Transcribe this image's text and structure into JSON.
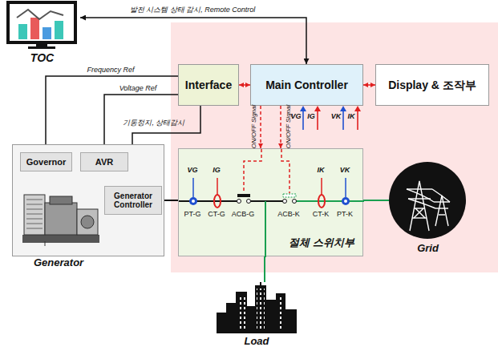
{
  "diagram": {
    "nodes": [
      {
        "text": [
          "TOC"
        ]
      },
      {
        "text": [
          "Interface"
        ]
      },
      {
        "text": [
          "Main Controller"
        ]
      },
      {
        "text": [
          "Display & 조작부"
        ]
      },
      {
        "text": [
          "Generator"
        ]
      },
      {
        "text": [
          "Governor"
        ],
        "in": 4
      },
      {
        "text": [
          "AVR"
        ],
        "in": 4
      },
      {
        "text": [
          "Generator Controller"
        ],
        "in": 4
      },
      {
        "text": [
          "절체 스위치부"
        ]
      },
      {
        "text": [
          "Grid"
        ]
      },
      {
        "text": [
          "Load"
        ]
      }
    ],
    "edges": [
      {
        "from": 0,
        "to": 2,
        "arrow": "both",
        "label": "발전 시스템 상태 감시, Remote Control"
      },
      {
        "from": 1,
        "to": 2,
        "arrow": "both"
      },
      {
        "from": 2,
        "to": 3,
        "arrow": "both"
      },
      {
        "from": 1,
        "to": 5,
        "arrow": "to",
        "label": "Frequency Ref"
      },
      {
        "from": 1,
        "to": 6,
        "arrow": "to",
        "label": "Voltage Ref"
      },
      {
        "from": 1,
        "to": 7,
        "arrow": "to",
        "label": "기동정지, 상태감시"
      },
      {
        "from": 2,
        "to": 8,
        "arrow": "to",
        "label": "ON/OFF Signal"
      },
      {
        "from": 2,
        "to": 8,
        "arrow": "to",
        "label": "ON/OFF Signal"
      },
      {
        "from": 7,
        "to": 8,
        "arrow": "none"
      },
      {
        "from": 8,
        "to": 9,
        "arrow": "none"
      },
      {
        "from": 8,
        "to": 10,
        "arrow": "none"
      }
    ],
    "labels": [
      "VG",
      "IG",
      "VK",
      "IK",
      "VG",
      "IG",
      "IK",
      "VK",
      "PT-G",
      "CT-G",
      "ACB-G",
      "ACB-K",
      "CT-K",
      "PT-K"
    ]
  }
}
